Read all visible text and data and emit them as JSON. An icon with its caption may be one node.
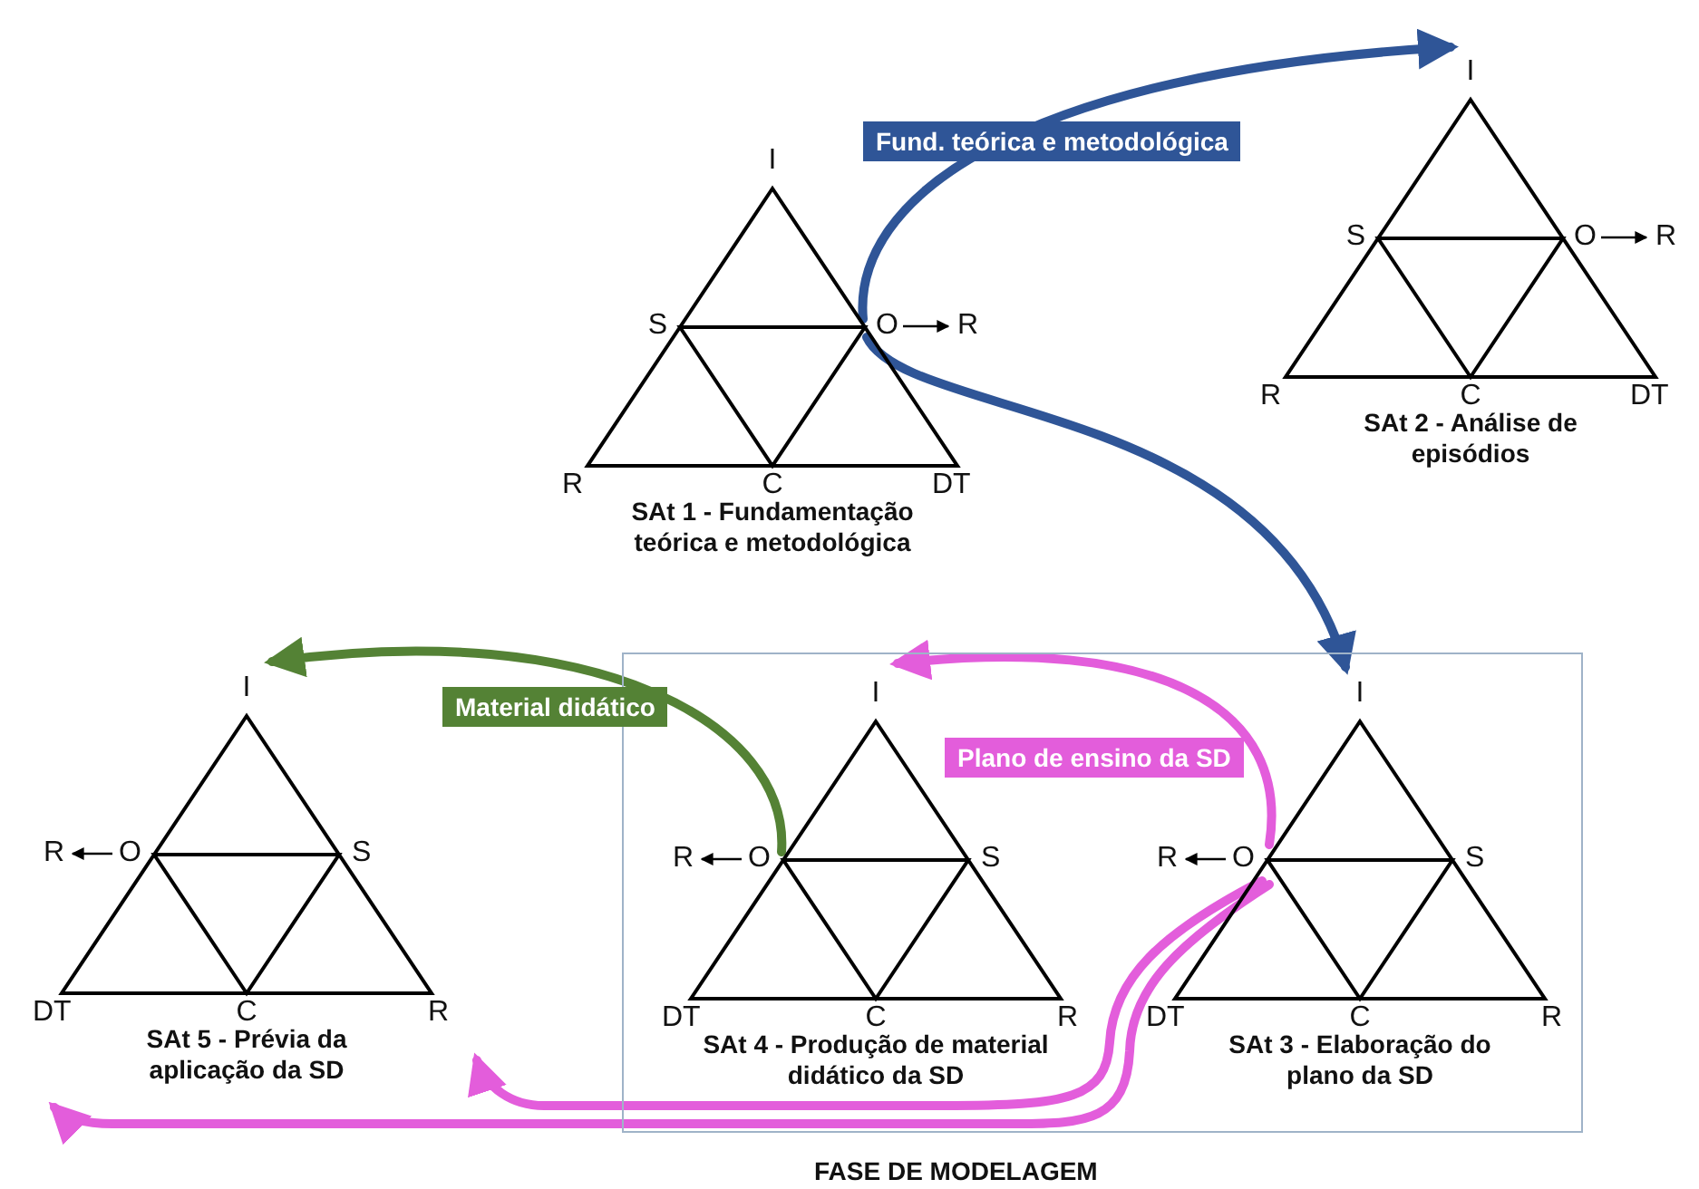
{
  "diagram": {
    "nodes": [
      {
        "text": [
          "I",
          "S",
          "O",
          "R",
          "R",
          "C",
          "DT",
          "SAt 1 - Fundamentação teórica e metodológica"
        ]
      },
      {
        "text": [
          "I",
          "S",
          "O",
          "R",
          "R",
          "C",
          "DT",
          "SAt 2 - Análise de episódios"
        ]
      },
      {
        "text": [
          "I",
          "R",
          "O",
          "S",
          "DT",
          "C",
          "R",
          "SAt 5 - Prévia da aplicação da  SD"
        ]
      },
      {
        "text": [
          "FASE DE MODELAGEM"
        ]
      },
      {
        "text": [
          "I",
          "R",
          "O",
          "S",
          "DT",
          "C",
          "R",
          "SAt 4 - Produção de material didático da SD"
        ],
        "in": 3
      },
      {
        "text": [
          "I",
          "R",
          "O",
          "S",
          "DT",
          "C",
          "R",
          "SAt 3 - Elaboração do plano da SD"
        ],
        "in": 3
      }
    ],
    "edges": [
      {
        "from": 0,
        "to": 1,
        "arrow": "to",
        "label": "Fund. teórica e metodológica",
        "color": "#2f5597"
      },
      {
        "from": 0,
        "to": 5,
        "arrow": "to",
        "color": "#2f5597"
      },
      {
        "from": 5,
        "to": 4,
        "arrow": "to",
        "label": "Plano de ensino da SD",
        "color": "#e35ddb"
      },
      {
        "from": 5,
        "to": 2,
        "arrow": "to",
        "color": "#e35ddb"
      },
      {
        "from": 5,
        "to": 2,
        "arrow": "to",
        "color": "#e35ddb"
      },
      {
        "from": 4,
        "to": 2,
        "arrow": "to",
        "label": "Material didático",
        "color": "#548235"
      }
    ]
  }
}
